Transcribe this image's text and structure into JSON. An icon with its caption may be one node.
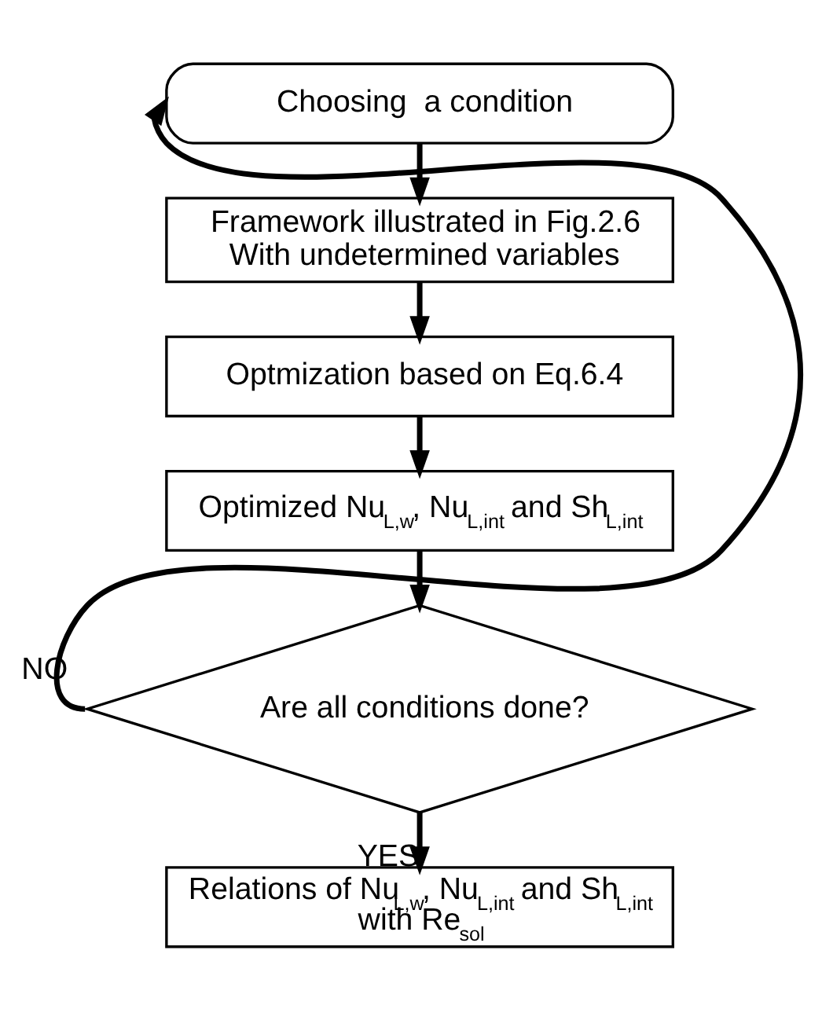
{
  "diagram": {
    "nodes": [
      {
        "text": [
          "Choosing  a condition"
        ]
      },
      {
        "text": [
          "Framework illustrated in Fig.2.6 With undetermined variables"
        ]
      },
      {
        "text": [
          "Optmization based on Eq.6.4"
        ]
      },
      {
        "text": [
          "Optimized Nu$_{L,w}$, Nu$_{L,int}$ and Sh$_{L,int}$"
        ]
      },
      {
        "text": [
          "Are all conditions done?"
        ]
      },
      {
        "text": [
          "Relations of Nu$_{L,w}$, Nu$_{L,int}$ and Sh$_{L,int}$ with Re$_{sol}$"
        ]
      }
    ],
    "edges": [
      {
        "from": 0,
        "to": 1,
        "arrow": "to"
      },
      {
        "from": 1,
        "to": 2,
        "arrow": "to"
      },
      {
        "from": 2,
        "to": 3,
        "arrow": "to"
      },
      {
        "from": 3,
        "to": 4,
        "arrow": "to"
      },
      {
        "from": 4,
        "to": 5,
        "arrow": "to",
        "label": "YES"
      },
      {
        "from": 4,
        "to": 0,
        "arrow": "to",
        "label": "NO"
      }
    ]
  }
}
